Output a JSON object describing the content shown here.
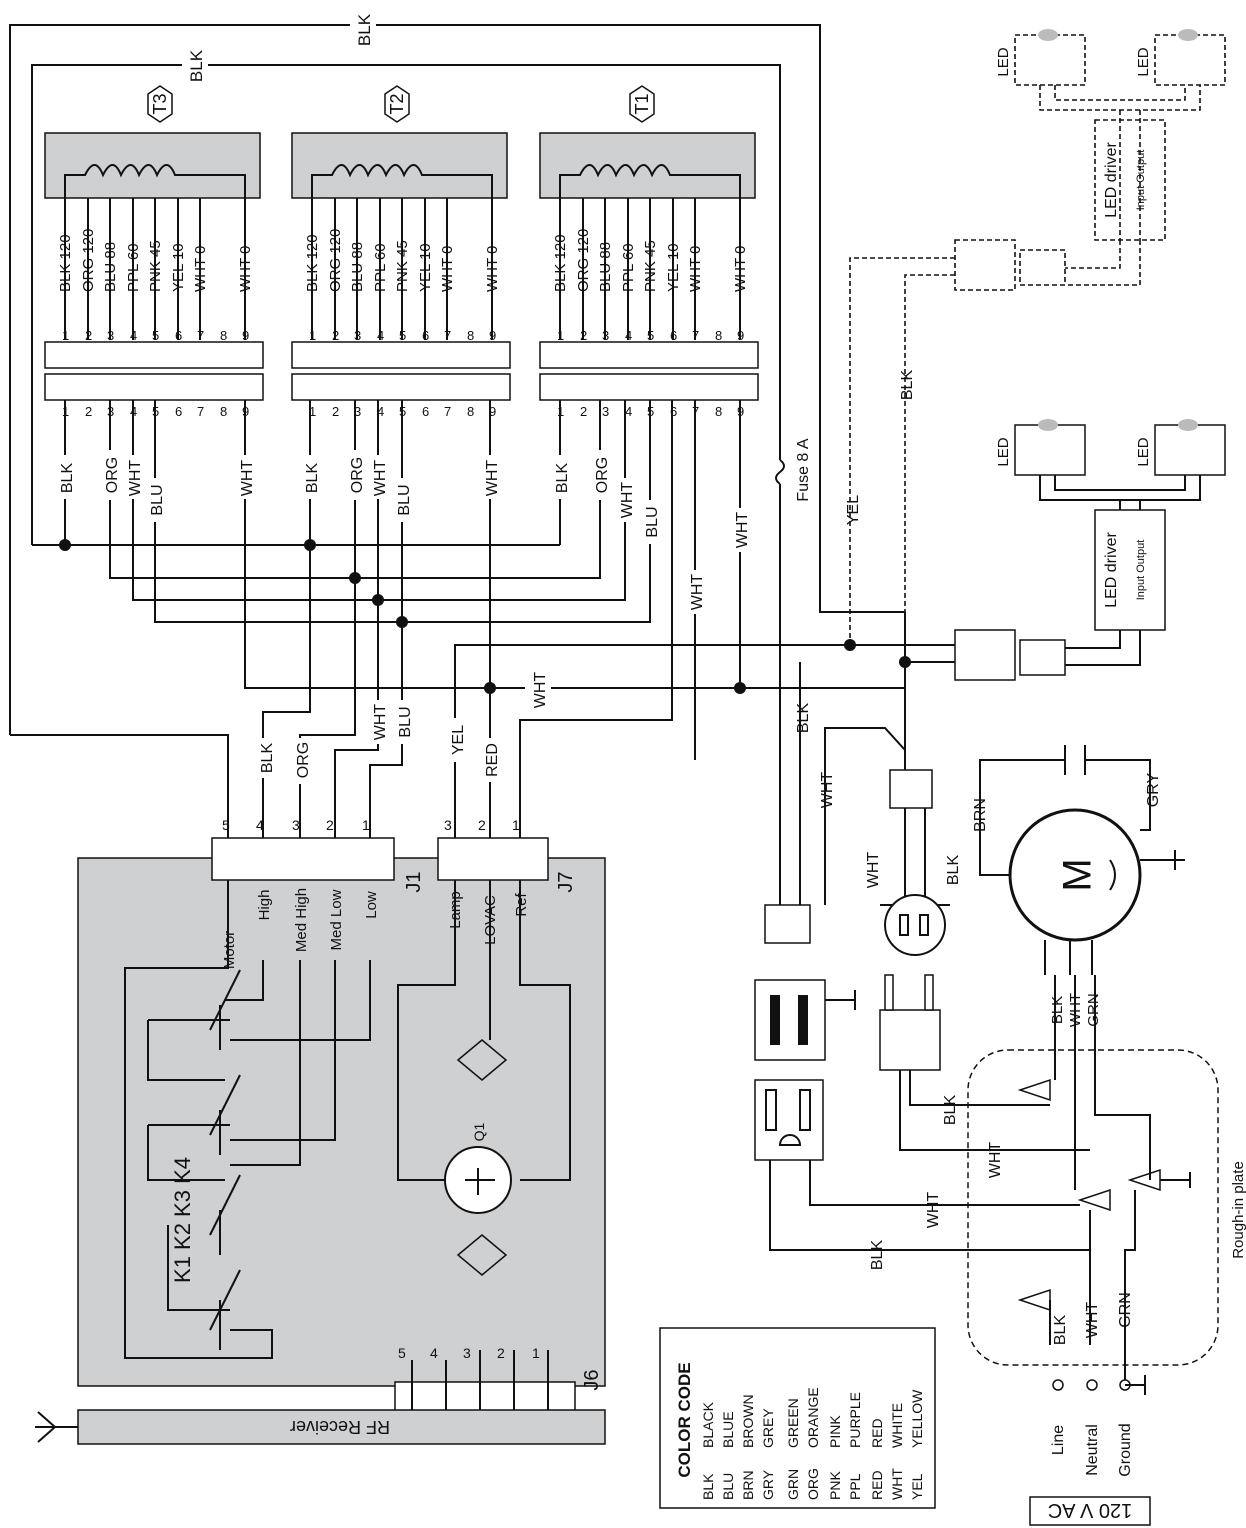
{
  "top_labels": {
    "outer_blk": "BLK",
    "inner_blk": "BLK"
  },
  "transformers": [
    {
      "id": "T3"
    },
    {
      "id": "T2"
    },
    {
      "id": "T1"
    }
  ],
  "tap_labels": [
    "BLK 120",
    "ORG 120",
    "BLU 88",
    "PPL 60",
    "PNK 45",
    "YEL 10",
    "WHT 0",
    "WHT 0"
  ],
  "pin_numbers": [
    "1",
    "2",
    "3",
    "4",
    "5",
    "6",
    "7",
    "8",
    "9"
  ],
  "t3_wires": [
    "BLK",
    "ORG",
    "WHT",
    "BLU",
    "WHT"
  ],
  "t2_wires": [
    "BLK",
    "ORG",
    "WHT",
    "BLU",
    "WHT"
  ],
  "t1_wires": [
    "BLK",
    "ORG",
    "WHT",
    "BLU",
    "WHT",
    "WHT"
  ],
  "fuse_label": "Fuse 8 A",
  "misc_wires": {
    "yel": "YEL",
    "blk_dash": "BLK",
    "wht_bus": "WHT",
    "blk_mid": "BLK",
    "wht_mid": "WHT"
  },
  "led": {
    "label": "LED",
    "driver_title": "LED driver",
    "driver_sub": "Input Output"
  },
  "j1": {
    "name": "J1",
    "pins": [
      "5",
      "4",
      "3",
      "2",
      "1"
    ],
    "wires": [
      "BLK",
      "ORG",
      "WHT",
      "BLU"
    ],
    "functions": [
      "Motor",
      "High",
      "Med High",
      "Med Low",
      "Low"
    ]
  },
  "j7": {
    "name": "J7",
    "pins": [
      "3",
      "2",
      "1"
    ],
    "wires": [
      "YEL",
      "RED",
      "WHT"
    ],
    "functions": [
      "Lamp",
      "LOVAC",
      "Ref"
    ]
  },
  "j6": {
    "name": "J6",
    "pins": [
      "5",
      "4",
      "3",
      "2",
      "1"
    ]
  },
  "relays": "K1 K2 K3 K4",
  "triac": "Q1",
  "rf_receiver": "RF Receiver",
  "motor": {
    "symbol": "M",
    "brn": "BRN",
    "gry": "GRY",
    "leads": [
      "BLK",
      "WHT",
      "GRN"
    ]
  },
  "switch_labels": {
    "wht": "WHT",
    "blk": "BLK"
  },
  "plate_wires": {
    "blk1": "BLK",
    "wht1": "WHT",
    "wht2": "WHT",
    "blk2": "BLK",
    "line_blk": "BLK",
    "line_wht": "WHT",
    "line_grn": "GRN"
  },
  "rough_in": "Rough-in plate",
  "supply": {
    "line": "Line",
    "neutral": "Neutral",
    "ground": "Ground",
    "voltage": "120 V AC"
  },
  "color_code": {
    "title": "COLOR CODE",
    "entries": [
      [
        "BLK",
        "BLACK"
      ],
      [
        "BLU",
        "BLUE"
      ],
      [
        "BRN",
        "BROWN"
      ],
      [
        "GRY",
        "GREY"
      ],
      [
        "GRN",
        "GREEN"
      ],
      [
        "ORG",
        "ORANGE"
      ],
      [
        "PNK",
        "PINK"
      ],
      [
        "PPL",
        "PURPLE"
      ],
      [
        "RED",
        "RED"
      ],
      [
        "WHT",
        "WHITE"
      ],
      [
        "YEL",
        "YELLOW"
      ]
    ]
  }
}
